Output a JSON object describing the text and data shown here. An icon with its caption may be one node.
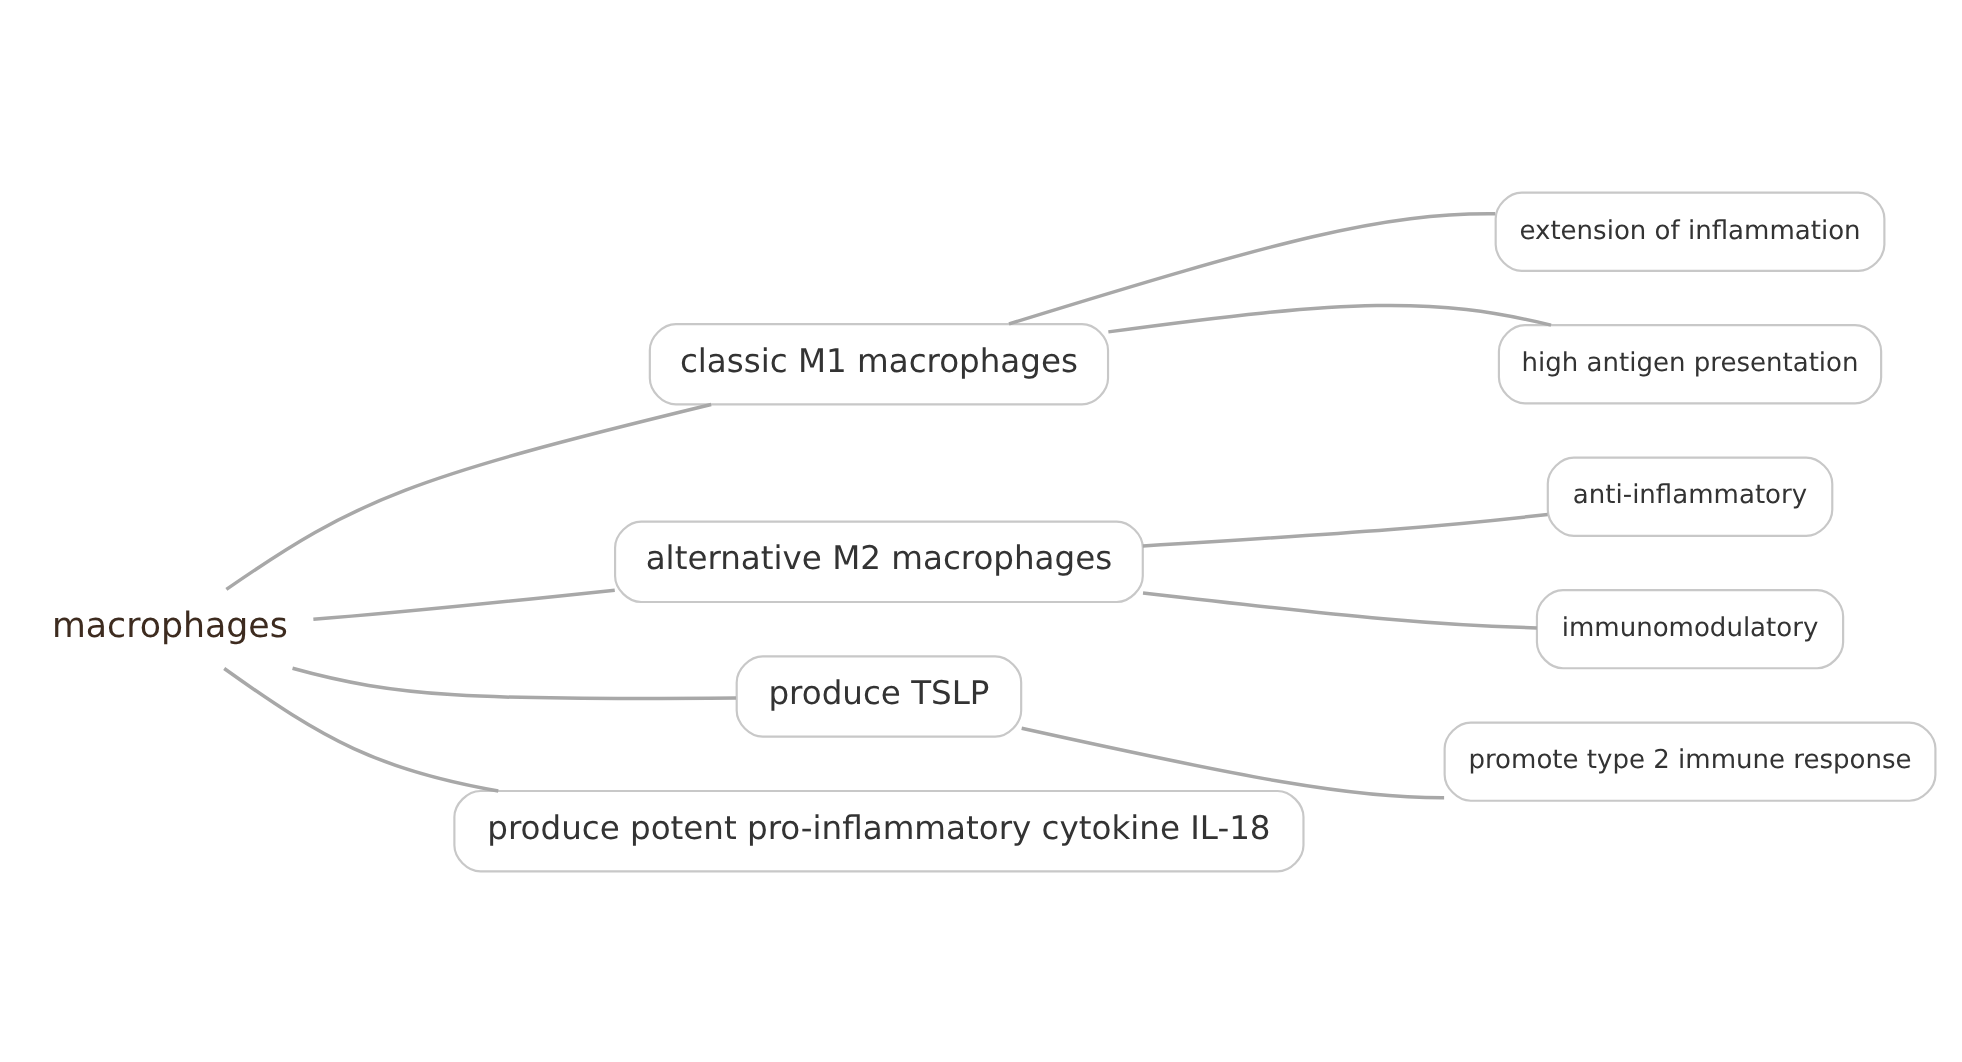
{
  "diagram": {
    "nodes": [
      {
        "text": [
          "macrophages"
        ]
      },
      {
        "text": [
          "classic M1 macrophages"
        ]
      },
      {
        "text": [
          "extension of inflammation"
        ]
      },
      {
        "text": [
          "high antigen presentation"
        ]
      },
      {
        "text": [
          "alternative M2 macrophages"
        ]
      },
      {
        "text": [
          "anti-inflammatory"
        ]
      },
      {
        "text": [
          "immunomodulatory"
        ]
      },
      {
        "text": [
          "produce TSLP"
        ]
      },
      {
        "text": [
          "promote type 2 immune response"
        ]
      },
      {
        "text": [
          "produce potent pro-inflammatory cytokine IL-18"
        ]
      }
    ],
    "edges": [
      {
        "from": 0,
        "to": 1,
        "arrow": "none"
      },
      {
        "from": 1,
        "to": 2,
        "arrow": "none"
      },
      {
        "from": 1,
        "to": 3,
        "arrow": "none"
      },
      {
        "from": 0,
        "to": 4,
        "arrow": "none"
      },
      {
        "from": 4,
        "to": 5,
        "arrow": "none"
      },
      {
        "from": 4,
        "to": 6,
        "arrow": "none"
      },
      {
        "from": 0,
        "to": 7,
        "arrow": "none"
      },
      {
        "from": 7,
        "to": 8,
        "arrow": "none"
      },
      {
        "from": 0,
        "to": 9,
        "arrow": "none"
      }
    ]
  }
}
